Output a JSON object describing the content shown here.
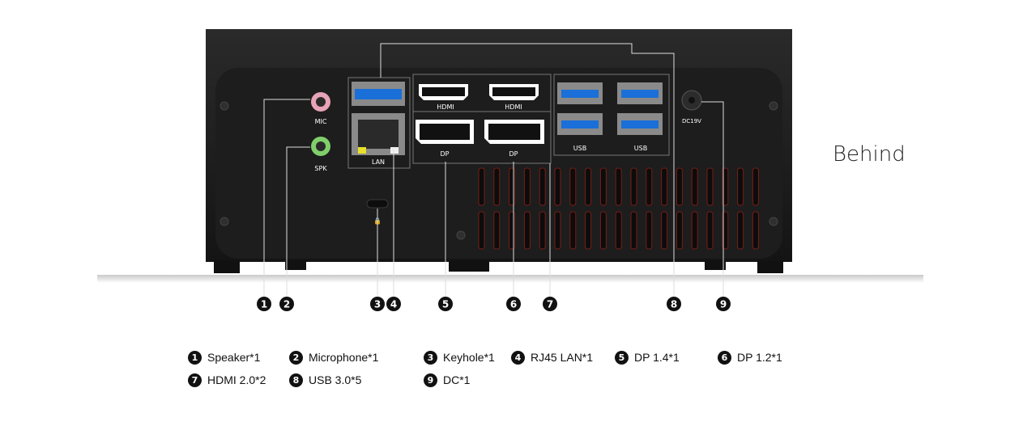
{
  "heading": "Behind",
  "colors": {
    "body": "#1b1b1b",
    "panel": "#202020",
    "usb_blue": "#1a6fd8",
    "mic": "#e7a3b8",
    "spk": "#7fcf6a",
    "vent": "#7a1d14"
  },
  "ports": {
    "mic": "MIC",
    "spk": "SPK",
    "lan": "LAN",
    "hdmi_1": "HDMI",
    "hdmi_2": "HDMI",
    "dp_1": "DP",
    "dp_2": "DP",
    "usb_1": "USB",
    "usb_2": "USB",
    "dc": "DC19V"
  },
  "callouts": [
    "1",
    "2",
    "3",
    "4",
    "5",
    "6",
    "7",
    "8",
    "9"
  ],
  "legend": {
    "row1": [
      {
        "num": "1",
        "label": "Speaker*1"
      },
      {
        "num": "2",
        "label": "Microphone*1"
      },
      {
        "num": "3",
        "label": "Keyhole*1"
      },
      {
        "num": "4",
        "label": "RJ45 LAN*1"
      },
      {
        "num": "5",
        "label": "DP 1.4*1"
      },
      {
        "num": "6",
        "label": "DP 1.2*1"
      }
    ],
    "row2": [
      {
        "num": "7",
        "label": "HDMI 2.0*2"
      },
      {
        "num": "8",
        "label": "USB 3.0*5"
      },
      {
        "num": "9",
        "label": "DC*1"
      }
    ]
  }
}
